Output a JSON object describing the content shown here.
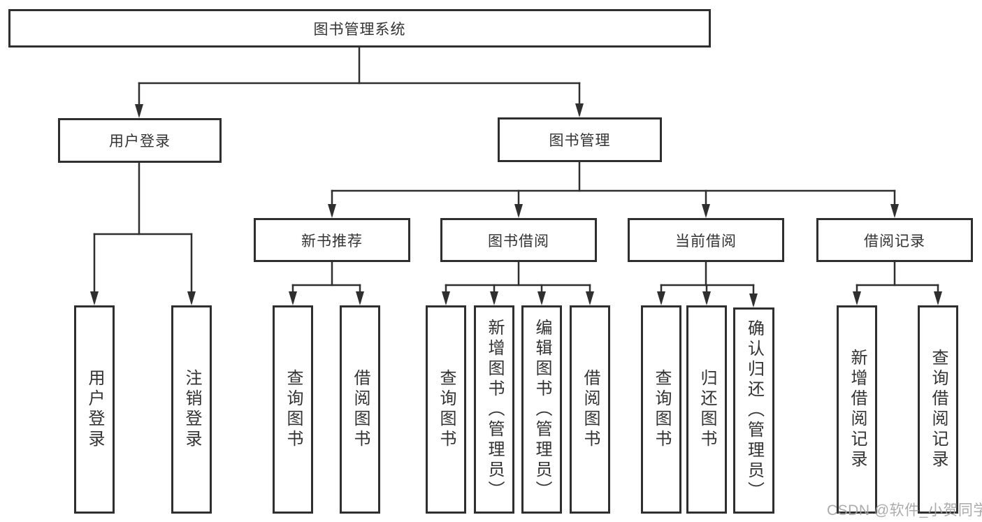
{
  "diagram": {
    "root": {
      "label": "图书管理系统",
      "children": [
        {
          "label": "用户登录",
          "children": [
            {
              "label": "用户登录"
            },
            {
              "label": "注销登录"
            }
          ]
        },
        {
          "label": "图书管理",
          "children": [
            {
              "label": "新书推荐",
              "children": [
                {
                  "label": "查询图书"
                },
                {
                  "label": "借阅图书"
                }
              ]
            },
            {
              "label": "图书借阅",
              "children": [
                {
                  "label": "查询图书"
                },
                {
                  "label": "新增图书（管理员）"
                },
                {
                  "label": "编辑图书（管理员）"
                },
                {
                  "label": "借阅图书"
                }
              ]
            },
            {
              "label": "当前借阅",
              "children": [
                {
                  "label": "查询图书"
                },
                {
                  "label": "归还图书"
                },
                {
                  "label": "确认归还（管理员）"
                }
              ]
            },
            {
              "label": "借阅记录",
              "children": [
                {
                  "label": "新增借阅记录"
                },
                {
                  "label": "查询借阅记录"
                }
              ]
            }
          ]
        }
      ]
    },
    "line_color": "#2f2f2f"
  },
  "watermark": {
    "text": "CSDN @软件_小贺同学"
  }
}
